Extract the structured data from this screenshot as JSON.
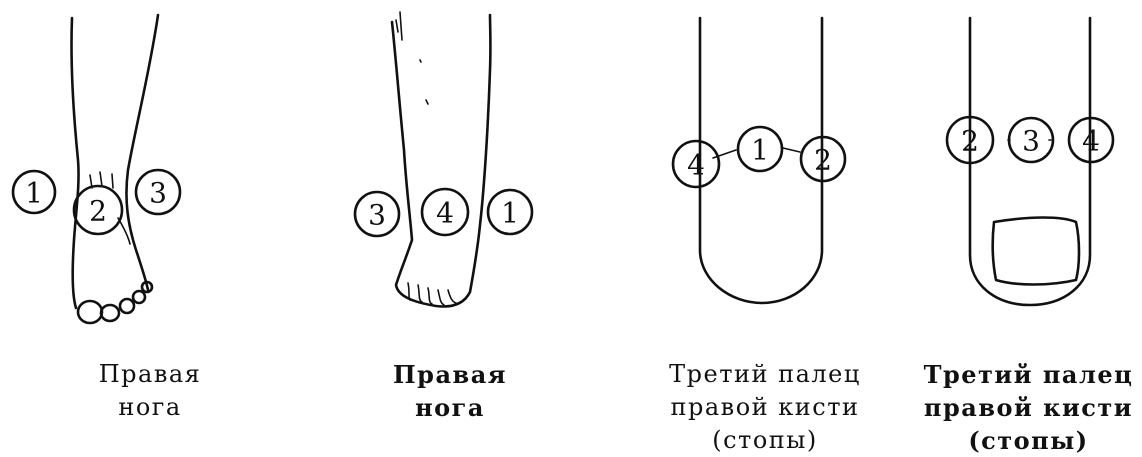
{
  "figures": [
    {
      "id": "fig1",
      "caption": [
        "Правая",
        "нога"
      ],
      "markers": [
        "1",
        "2",
        "3"
      ]
    },
    {
      "id": "fig2",
      "caption": [
        "Правая",
        "нога"
      ],
      "markers": [
        "3",
        "4",
        "1"
      ]
    },
    {
      "id": "fig3",
      "caption": [
        "Третий палец",
        "правой кисти",
        "(стопы)"
      ],
      "markers": [
        "4",
        "1",
        "2"
      ]
    },
    {
      "id": "fig4",
      "caption": [
        "Третий палец",
        "правой кисти",
        "(стопы)"
      ],
      "markers": [
        "2",
        "3",
        "4"
      ]
    }
  ]
}
